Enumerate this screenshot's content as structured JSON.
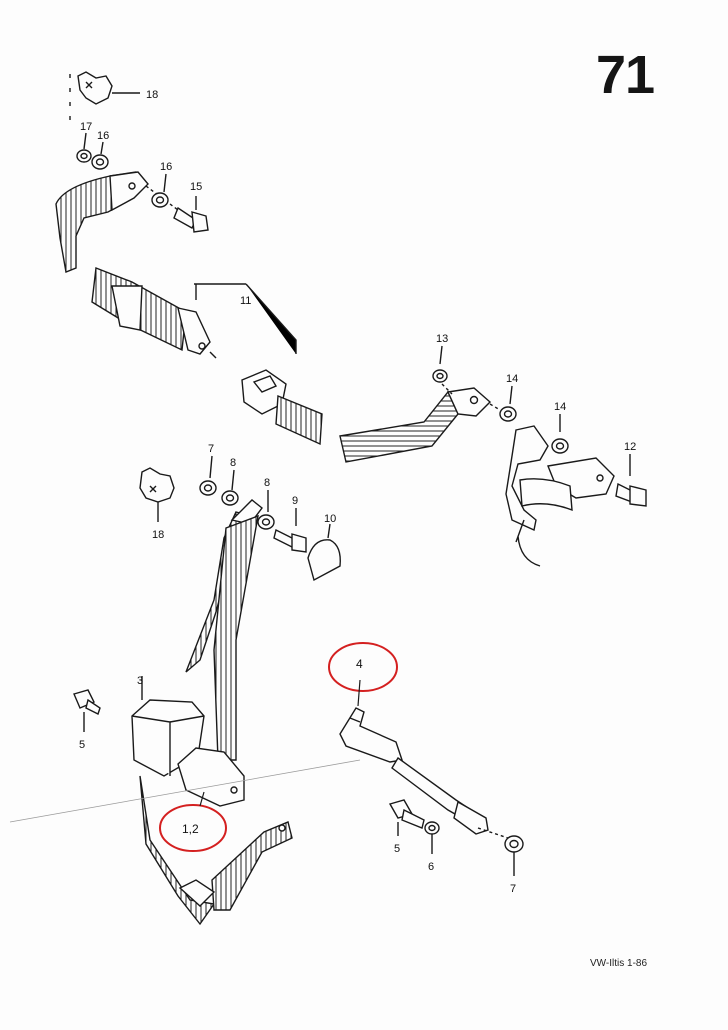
{
  "page": {
    "number": "71",
    "footer": "VW-Iltis  1-86"
  },
  "callouts": [
    {
      "id": "c18a",
      "label": "18"
    },
    {
      "id": "c17",
      "label": "17"
    },
    {
      "id": "c16a",
      "label": "16"
    },
    {
      "id": "c16b",
      "label": "16"
    },
    {
      "id": "c15",
      "label": "15"
    },
    {
      "id": "c11",
      "label": "11"
    },
    {
      "id": "c13",
      "label": "13"
    },
    {
      "id": "c14a",
      "label": "14"
    },
    {
      "id": "c14b",
      "label": "14"
    },
    {
      "id": "c12",
      "label": "12"
    },
    {
      "id": "c7a",
      "label": "7"
    },
    {
      "id": "c8a",
      "label": "8"
    },
    {
      "id": "c8b",
      "label": "8"
    },
    {
      "id": "c9",
      "label": "9"
    },
    {
      "id": "c10",
      "label": "10"
    },
    {
      "id": "c18b",
      "label": "18"
    },
    {
      "id": "c3",
      "label": "3"
    },
    {
      "id": "c5a",
      "label": "5"
    },
    {
      "id": "c12b",
      "label": "1,2"
    },
    {
      "id": "c4",
      "label": "4"
    },
    {
      "id": "c5b",
      "label": "5"
    },
    {
      "id": "c6",
      "label": "6"
    },
    {
      "id": "c7b",
      "label": "7"
    }
  ],
  "highlight_color": "#d42020",
  "line_color": "#1a1a1a"
}
